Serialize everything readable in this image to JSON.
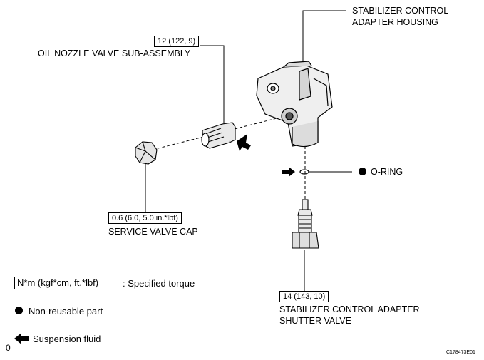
{
  "labels": {
    "stabilizer_housing_line1": "STABILIZER CONTROL",
    "stabilizer_housing_line2": "ADAPTER HOUSING",
    "oil_nozzle": "OIL NOZZLE VALVE SUB-ASSEMBLY",
    "o_ring": "O-RING",
    "service_valve_cap": "SERVICE VALVE CAP",
    "shutter_valve_line1": "STABILIZER CONTROL ADAPTER",
    "shutter_valve_line2": "SHUTTER VALVE"
  },
  "torques": {
    "oil_nozzle": "12 (122, 9)",
    "service_valve_cap": "0.6 (6.0, 5.0 in.*lbf)",
    "shutter_valve": "14 (143, 10)"
  },
  "legend": {
    "torque_unit": "N*m (kgf*cm, ft.*lbf)",
    "torque_desc": ": Specified torque",
    "non_reusable": "Non-reusable part",
    "suspension_fluid": "Suspension fluid"
  },
  "corner_mark": "0",
  "figure_code": "C178473E01",
  "colors": {
    "line": "#000000",
    "background": "#ffffff"
  },
  "icons": [
    "filled-circle-icon",
    "fluid-arrow-icon"
  ]
}
